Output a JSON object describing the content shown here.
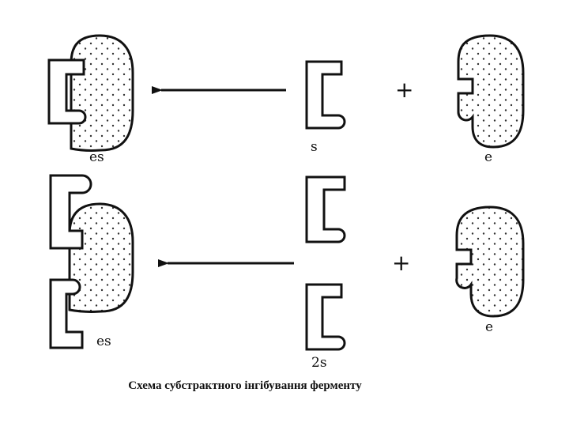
{
  "diagram": {
    "labels": {
      "es_top": "es",
      "s_top": "s",
      "e_top": "e",
      "es_bottom": "es",
      "s_bottom": "2s",
      "e_bottom": "e"
    },
    "plus_sign": "+",
    "caption": "Схема субстрактного інгібування ферменту",
    "colors": {
      "stroke": "#111111",
      "dots": "#333333",
      "fill": "#ffffff"
    }
  }
}
